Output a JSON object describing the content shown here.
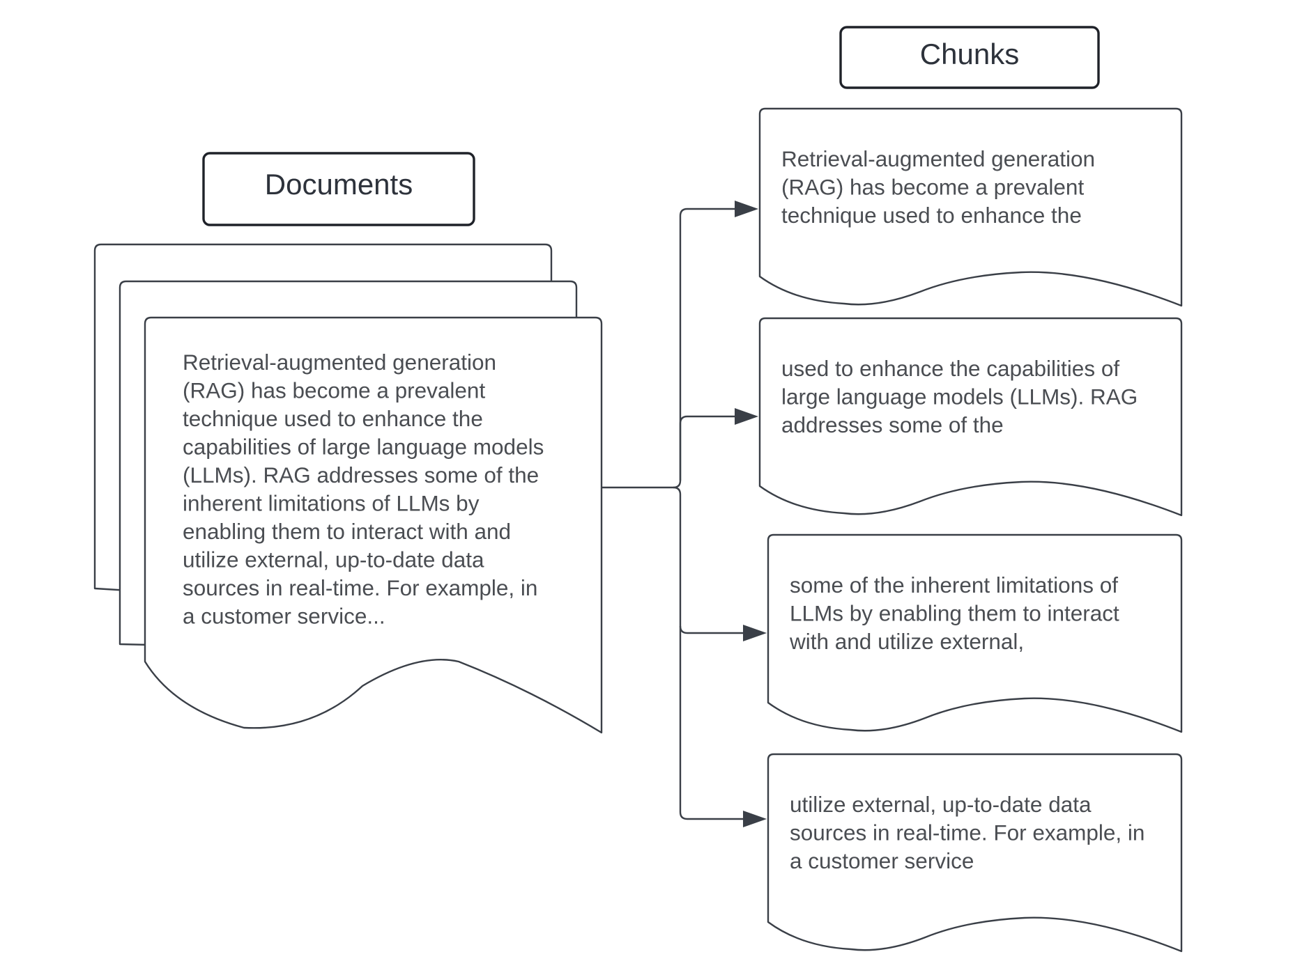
{
  "colors": {
    "stroke": "#3a3f47",
    "text": "#4a4d52",
    "title_text": "#2d323b",
    "background": "#ffffff"
  },
  "documents": {
    "title": "Documents",
    "text_lines": [
      "Retrieval-augmented generation",
      "(RAG) has become a prevalent",
      "technique used to enhance the",
      "capabilities of large language models",
      "(LLMs). RAG addresses some of the",
      "inherent limitations of LLMs by",
      "enabling them to interact with and",
      "utilize external, up-to-date data",
      "sources in real-time. For example, in",
      "a customer service..."
    ]
  },
  "chunks": {
    "title": "Chunks",
    "items": [
      {
        "lines": [
          "Retrieval-augmented generation",
          "(RAG) has become a prevalent",
          "technique used to enhance the"
        ]
      },
      {
        "lines": [
          "used to enhance the capabilities of",
          "large language models (LLMs). RAG",
          "addresses some of the"
        ]
      },
      {
        "lines": [
          "some of the inherent limitations of",
          "LLMs by enabling them to interact",
          "with and utilize external,"
        ]
      },
      {
        "lines": [
          "utilize external, up-to-date data",
          "sources in real-time. For example, in",
          "a customer service"
        ]
      }
    ]
  }
}
